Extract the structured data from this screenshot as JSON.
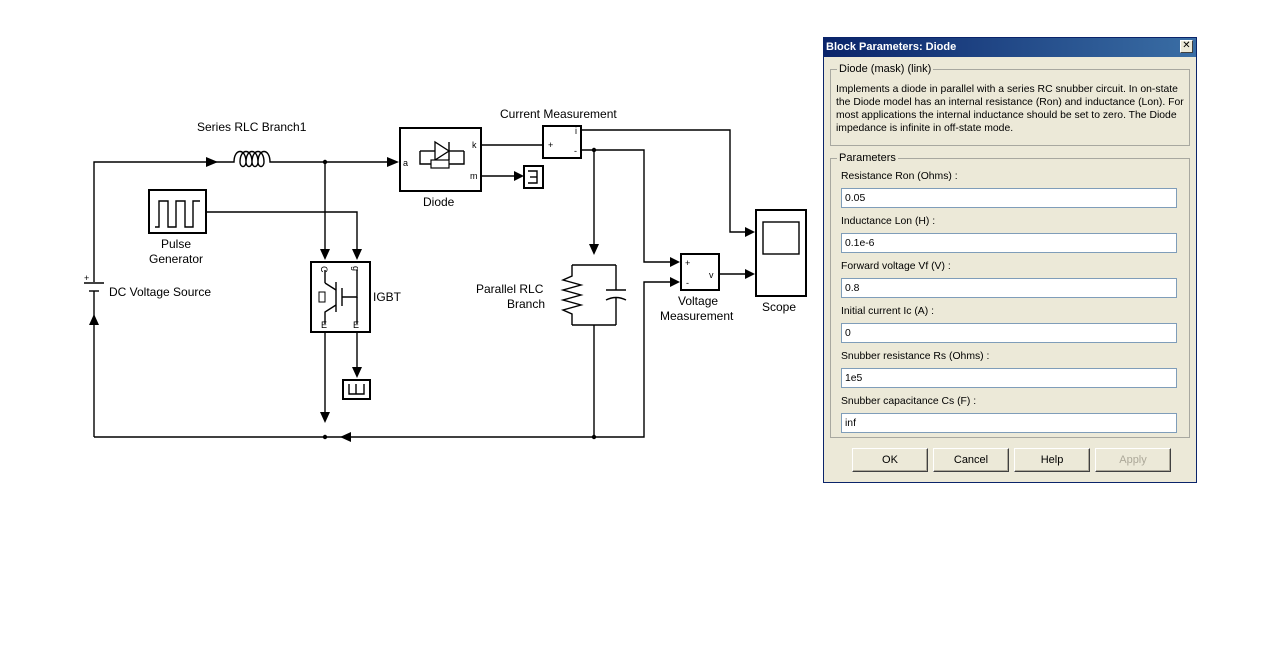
{
  "diagram": {
    "labels": {
      "series_rlc": "Series RLC Branch1",
      "current_measurement": "Current Measurement",
      "diode": "Diode",
      "pulse_line1": "Pulse",
      "pulse_line2": "Generator",
      "dc_source": "DC Voltage Source",
      "igbt": "IGBT",
      "parallel_rlc_line1": "Parallel RLC",
      "parallel_rlc_line2": "Branch",
      "voltage_line1": "Voltage",
      "voltage_line2": "Measurement",
      "scope": "Scope"
    },
    "ports": {
      "diode_a": "a",
      "diode_k": "k",
      "diode_m": "m",
      "cm_plus": "+",
      "cm_i": "i",
      "cm_minus": "-",
      "igbt_c": "C",
      "igbt_g": "g",
      "igbt_e1": "E",
      "igbt_e2": "E",
      "vm_plus": "+",
      "vm_minus": "-",
      "vm_v": "v",
      "dc_plus": "+"
    }
  },
  "dialog": {
    "title": "Block Parameters: Diode",
    "mask_group_label": "Diode (mask) (link)",
    "description": "Implements a diode in parallel with a series RC snubber circuit. In on-state the Diode model has an internal resistance (Ron) and inductance (Lon). For most applications the internal inductance should be set to zero. The Diode impedance is infinite in off-state mode.",
    "params_group_label": "Parameters",
    "params": [
      {
        "label": "Resistance Ron (Ohms) :",
        "value": "0.05"
      },
      {
        "label": "Inductance Lon (H) :",
        "value": "0.1e-6"
      },
      {
        "label": "Forward voltage Vf (V) :",
        "value": "0.8"
      },
      {
        "label": "Initial current Ic (A) :",
        "value": "0"
      },
      {
        "label": "Snubber resistance Rs (Ohms) :",
        "value": "1e5"
      },
      {
        "label": "Snubber capacitance Cs (F) :",
        "value": "inf"
      }
    ],
    "buttons": {
      "ok": "OK",
      "cancel": "Cancel",
      "help": "Help",
      "apply": "Apply"
    },
    "close_glyph": "✕"
  }
}
